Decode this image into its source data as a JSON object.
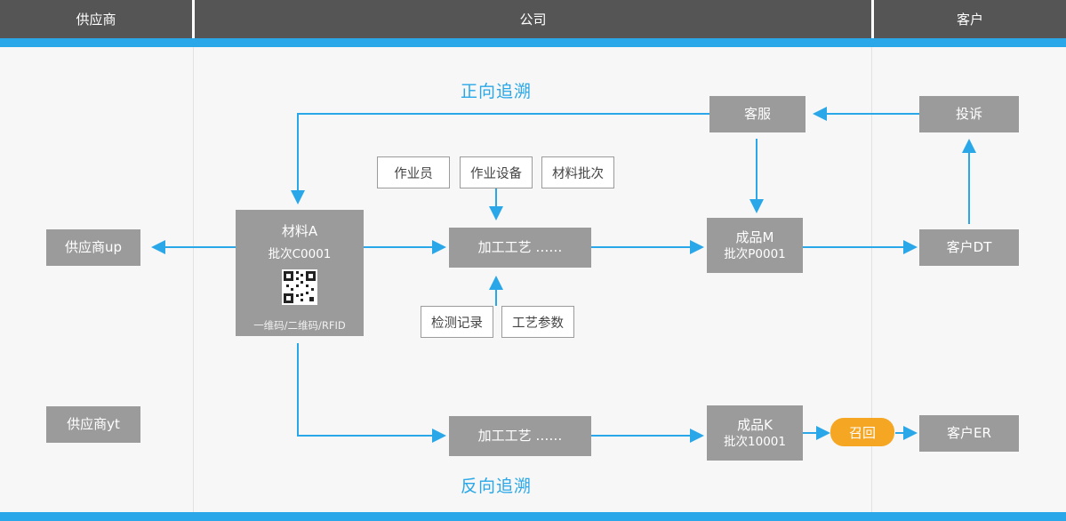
{
  "header": {
    "lanes": [
      {
        "label": "供应商"
      },
      {
        "label": "公司"
      },
      {
        "label": "客户"
      }
    ]
  },
  "labels": {
    "forward": "正向追溯",
    "reverse": "反向追溯"
  },
  "nodes": {
    "supplier_up": "供应商up",
    "supplier_yt": "供应商yt",
    "material": {
      "title": "材料A",
      "batch": "批次C0001",
      "code_types": "一维码/二维码/RFID",
      "qr_icon": "qr-code-icon"
    },
    "process_top": "加工工艺  ……",
    "process_bottom": "加工工艺  ……",
    "product_m": {
      "title": "成品M",
      "batch": "批次P0001"
    },
    "product_k": {
      "title": "成品K",
      "batch": "批次10001"
    },
    "customer_dt": "客户DT",
    "customer_er": "客户ER",
    "service": "客服",
    "complaint": "投诉",
    "recall": "召回"
  },
  "attributes": {
    "operator": "作业员",
    "equipment": "作业设备",
    "material_batch": "材料批次",
    "inspection_record": "检测记录",
    "process_params": "工艺参数"
  },
  "colors": {
    "accent_blue": "#29a7e8",
    "node_gray": "#9b9b9b",
    "header_gray": "#555555",
    "recall_orange": "#f5a623",
    "canvas": "#f7f7f7"
  }
}
